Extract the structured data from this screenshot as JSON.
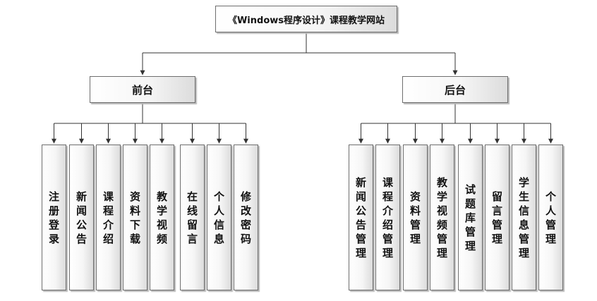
{
  "title": "《Windows程序设计》课程教学网站",
  "frontend": {
    "label": "前台",
    "items": [
      "注册登录",
      "新闻公告",
      "课程介绍",
      "资料下载",
      "教学视频",
      "在线留言",
      "个人信息",
      "修改密码"
    ]
  },
  "backend": {
    "label": "后台",
    "items": [
      "新闻公告管理",
      "课程介绍管理",
      "资料管理",
      "教学视频管理",
      "试题库管理",
      "留言管理",
      "学生信息管理",
      "个人管理"
    ]
  },
  "colors": {
    "line": "#333333",
    "border": "#6e6e6e",
    "shadow": "#b9b9b9"
  }
}
